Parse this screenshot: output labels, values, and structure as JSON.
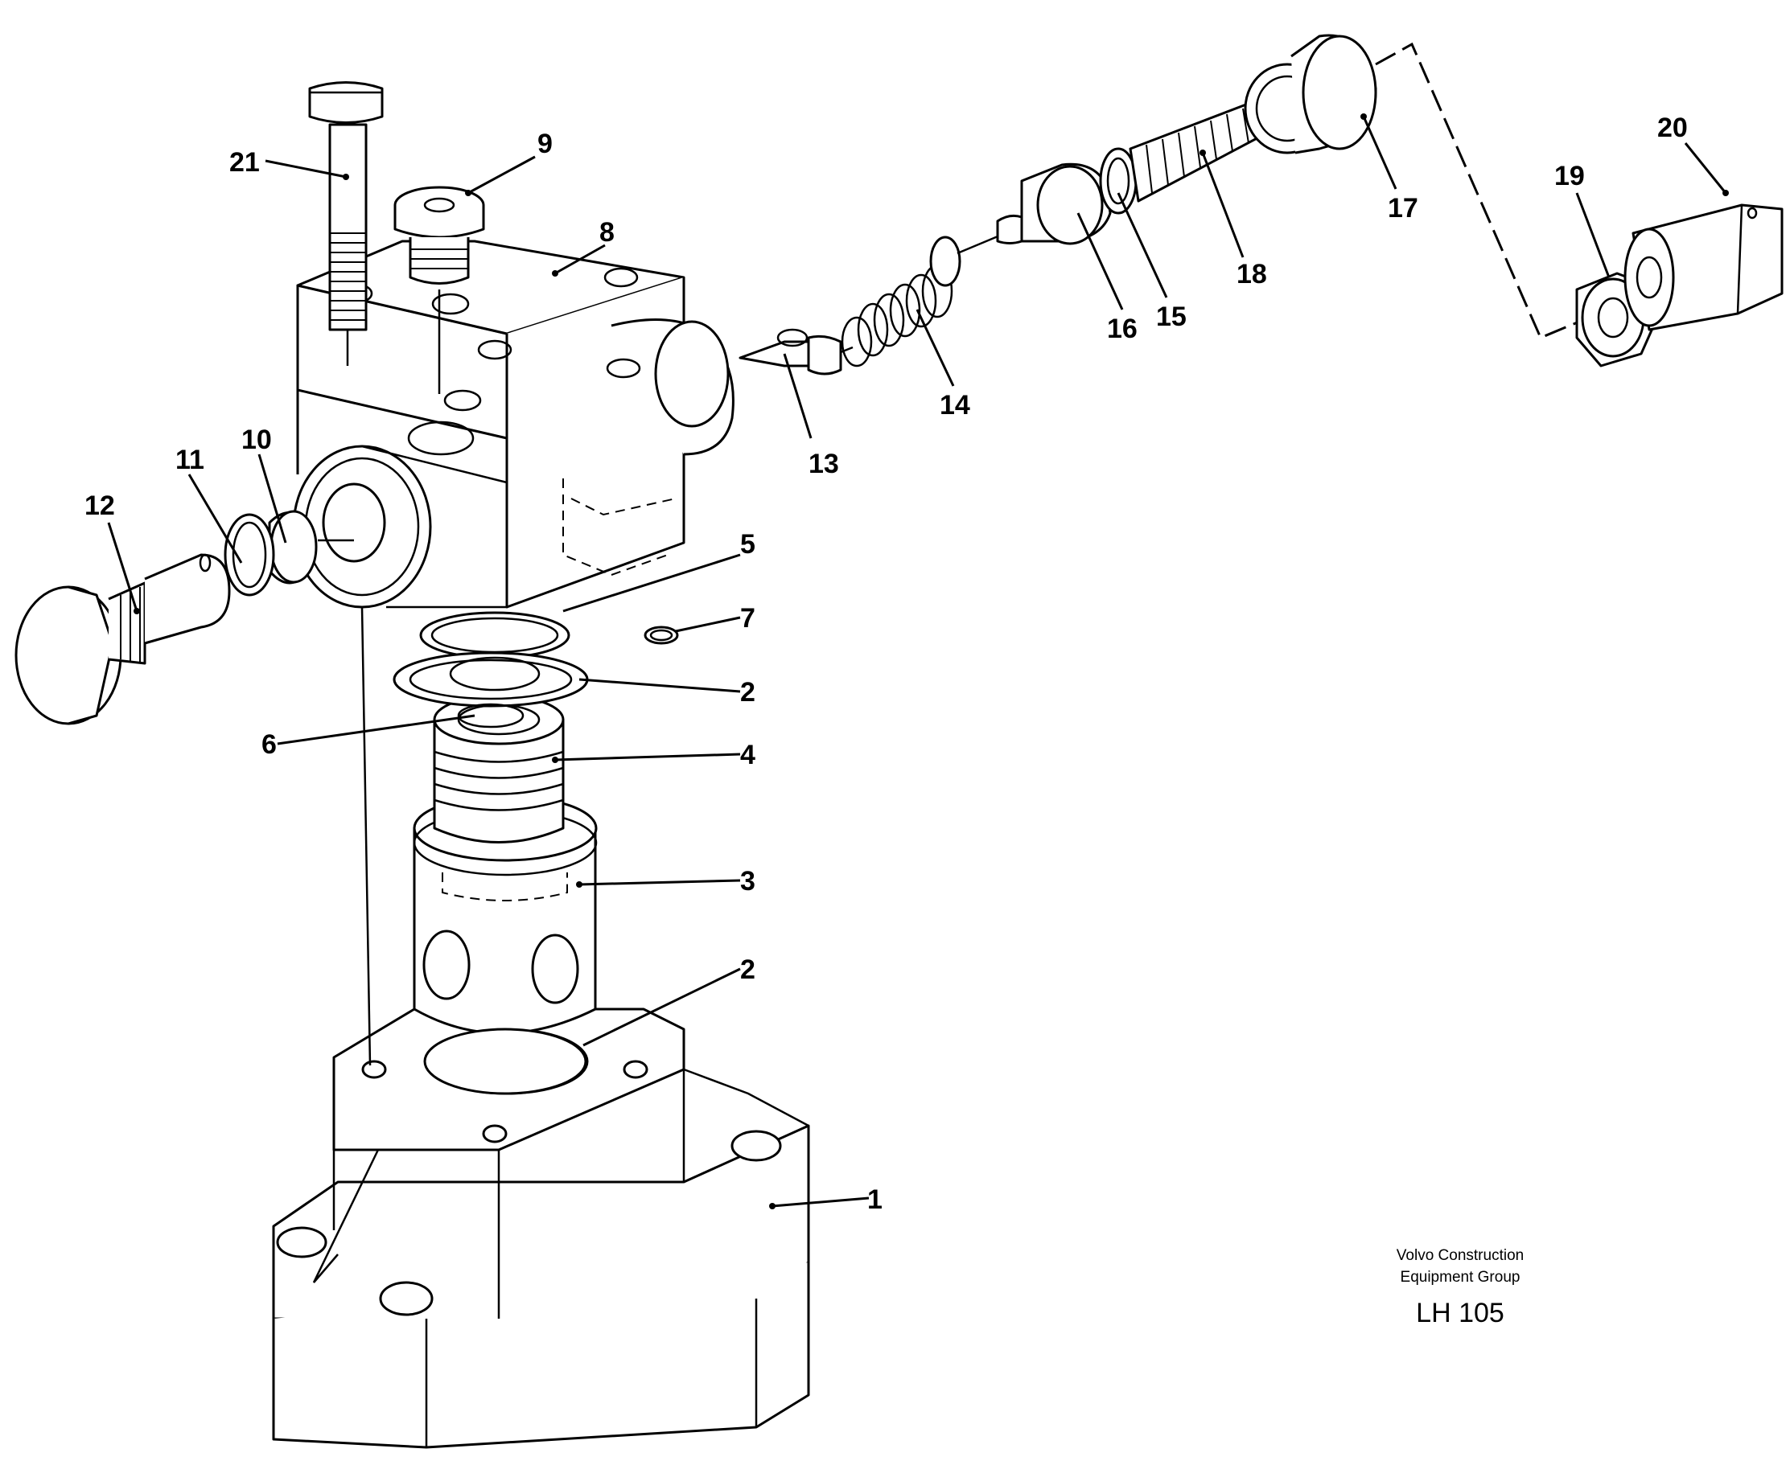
{
  "callouts": {
    "c1": "1",
    "c2a": "2",
    "c2b": "2",
    "c3": "3",
    "c4": "4",
    "c5": "5",
    "c6": "6",
    "c7": "7",
    "c8": "8",
    "c9": "9",
    "c10": "10",
    "c11": "11",
    "c12": "12",
    "c13": "13",
    "c14": "14",
    "c15": "15",
    "c16": "16",
    "c17": "17",
    "c18": "18",
    "c19": "19",
    "c20": "20",
    "c21": "21"
  },
  "footer": {
    "company_line1": "Volvo Construction",
    "company_line2": "Equipment Group",
    "code": "LH 105"
  }
}
